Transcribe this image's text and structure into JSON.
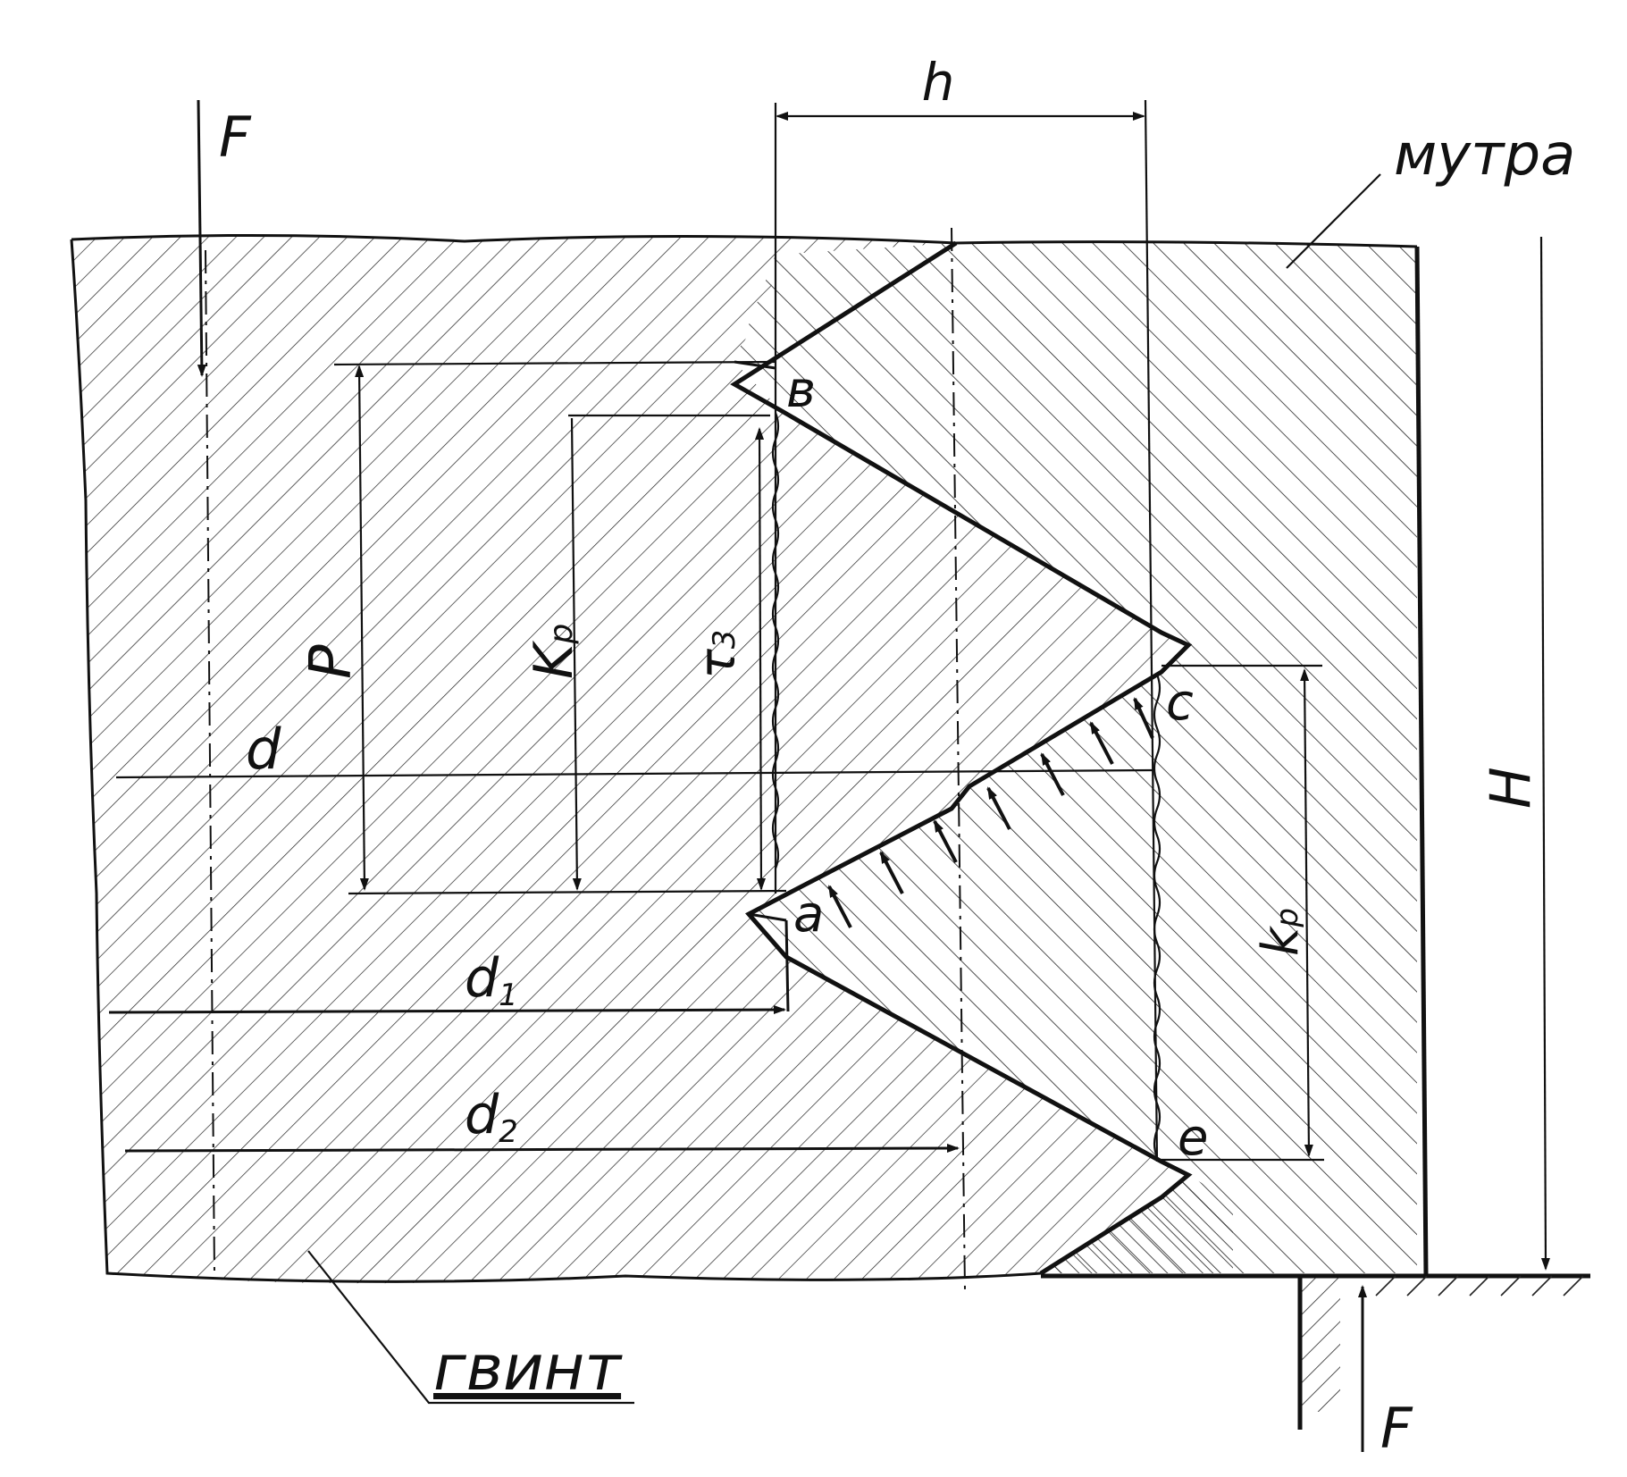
{
  "labels": {
    "force_top": "F",
    "force_bottom": "F",
    "nut": "мутра",
    "screw": "гвинт",
    "thread_depth": "h",
    "nut_height": "H",
    "pitch": "P",
    "kp_left": "K",
    "kp_left_sub": "p",
    "kp_right": "k",
    "kp_right_sub": "p",
    "tau": "τ",
    "tau_sub": "3",
    "d": "d",
    "d1": "d",
    "d1_sub": "1",
    "d2": "d",
    "d2_sub": "2",
    "point_a": "a",
    "point_b": "в",
    "point_c": "c",
    "point_e": "e"
  }
}
